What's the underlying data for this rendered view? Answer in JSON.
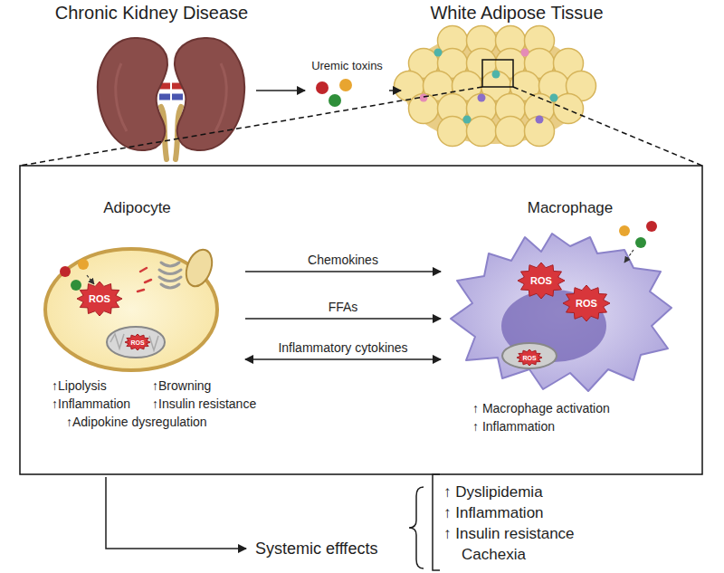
{
  "diagram": {
    "nodes": [
      {
        "text": [
          "Chronic Kidney Disease"
        ]
      },
      {
        "text": [
          "Uremic toxins"
        ]
      },
      {
        "text": [
          "White Adipose Tissue"
        ]
      },
      {
        "text": [
          "Adipocyte"
        ]
      },
      {
        "text": [
          "ROS"
        ],
        "in": 3
      },
      {
        "text": [
          "ROS"
        ],
        "in": 3
      },
      {
        "text": [
          "Macrophage"
        ]
      },
      {
        "text": [
          "ROS"
        ],
        "in": 6
      },
      {
        "text": [
          "ROS"
        ],
        "in": 6
      },
      {
        "text": [
          "ROS"
        ],
        "in": 6
      }
    ],
    "edges": [
      {
        "from": 0,
        "to": 1,
        "arrow": "to"
      },
      {
        "from": 1,
        "to": 2,
        "arrow": "to"
      },
      {
        "from": 3,
        "to": 6,
        "label": "Chemokines",
        "arrow": "to"
      },
      {
        "from": 3,
        "to": 6,
        "label": "FFAs",
        "arrow": "to"
      },
      {
        "from": 3,
        "to": 6,
        "label": "Inflammatory cytokines",
        "arrow": "both"
      }
    ],
    "labels": [
      "↑Lipolysis",
      "↑Browning",
      "↑Inflammation",
      "↑Insulin resistance",
      "↑Adipokine dysregulation",
      "↑ Macrophage activation",
      "↑ Inflammation",
      "Systemic efffects",
      "↑ Dyslipidemia",
      "↑ Inflammation",
      "↑ Insulin resistance",
      "Cachexia"
    ]
  }
}
